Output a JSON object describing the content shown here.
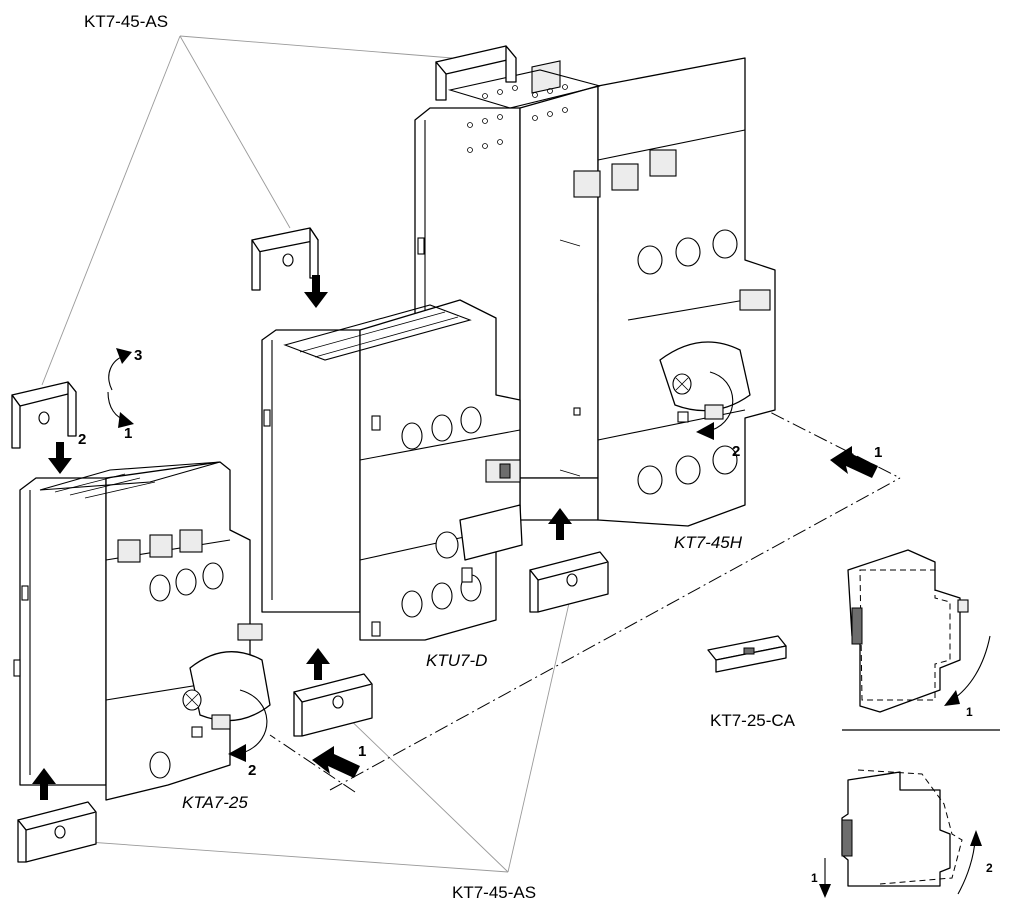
{
  "labels": {
    "accessory_top": "KT7-45-AS",
    "accessory_bottom": "KT7-45-AS",
    "busbar_cover": "KT7-25-CA"
  },
  "models": {
    "small": "KTA7-25",
    "middle": "KTU7-D",
    "large": "KT7-45H"
  },
  "steps": {
    "s1": "1",
    "s2": "2",
    "s3": "3"
  }
}
